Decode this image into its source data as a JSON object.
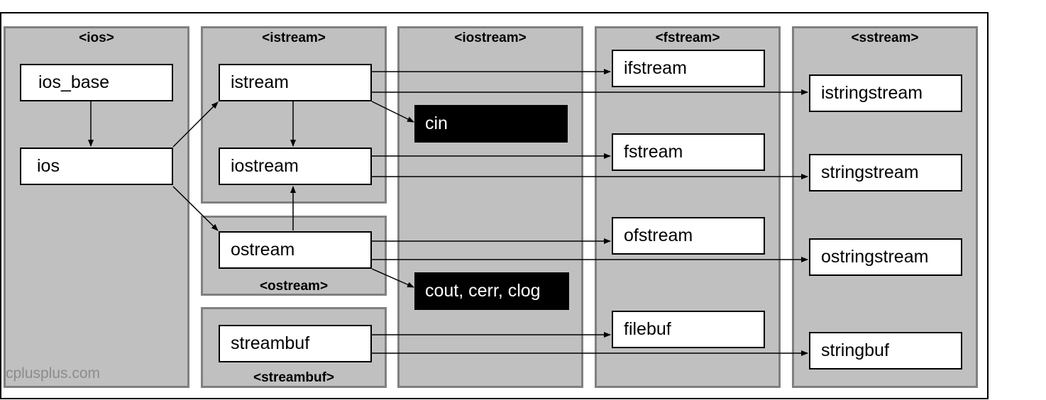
{
  "panels": {
    "ios": "<ios>",
    "istream": "<istream>",
    "ostream": "<ostream>",
    "streambuf": "<streambuf>",
    "iostream": "<iostream>",
    "fstream": "<fstream>",
    "sstream": "<sstream>"
  },
  "classes": {
    "ios_base": "ios_base",
    "ios": "ios",
    "istream": "istream",
    "iostream": "iostream",
    "ostream": "ostream",
    "streambuf": "streambuf",
    "ifstream": "ifstream",
    "fstream": "fstream",
    "ofstream": "ofstream",
    "filebuf": "filebuf",
    "istringstream": "istringstream",
    "stringstream": "stringstream",
    "ostringstream": "ostringstream",
    "stringbuf": "stringbuf"
  },
  "objects": {
    "cin": "cin",
    "cout": "cout, cerr, clog"
  },
  "watermark": "cplusplus.com",
  "colors": {
    "panel_fill": "#c0c0c0",
    "panel_border": "#808080",
    "object_fill": "#000000"
  }
}
